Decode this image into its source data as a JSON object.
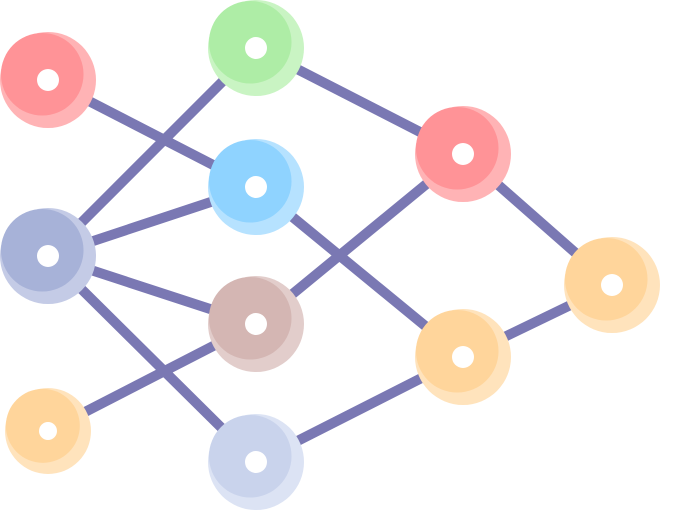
{
  "diagram": {
    "type": "network-graph",
    "style": {
      "edge_color": "#7A78B3",
      "node_hole_color": "#ffffff"
    },
    "nodes": [
      {
        "id": "n-red-left",
        "color": "#FF9397",
        "shade": "#FFB3B5"
      },
      {
        "id": "n-slate-left",
        "color": "#A7B2D8",
        "shade": "#C4CBE6"
      },
      {
        "id": "n-orange-left",
        "color": "#FFD59B",
        "shade": "#FFE3BC"
      },
      {
        "id": "n-green-mid",
        "color": "#AEEDA6",
        "shade": "#C9F4C3"
      },
      {
        "id": "n-blue-mid",
        "color": "#8FD3FF",
        "shade": "#B6E2FF"
      },
      {
        "id": "n-taupe-mid",
        "color": "#D4B6B3",
        "shade": "#E2CDCB"
      },
      {
        "id": "n-lavender-mid",
        "color": "#C9D3EC",
        "shade": "#DCE3F4"
      },
      {
        "id": "n-red-right",
        "color": "#FF9397",
        "shade": "#FFB3B5"
      },
      {
        "id": "n-orange-right",
        "color": "#FFD59B",
        "shade": "#FFE3BC"
      },
      {
        "id": "n-orange-output",
        "color": "#FFD59B",
        "shade": "#FFE3BC"
      }
    ],
    "edges": [
      {
        "from": "n-red-left",
        "to": "n-blue-mid"
      },
      {
        "from": "n-slate-left",
        "to": "n-green-mid"
      },
      {
        "from": "n-slate-left",
        "to": "n-blue-mid"
      },
      {
        "from": "n-slate-left",
        "to": "n-taupe-mid"
      },
      {
        "from": "n-slate-left",
        "to": "n-lavender-mid"
      },
      {
        "from": "n-orange-left",
        "to": "n-taupe-mid"
      },
      {
        "from": "n-green-mid",
        "to": "n-red-right"
      },
      {
        "from": "n-blue-mid",
        "to": "n-orange-right"
      },
      {
        "from": "n-taupe-mid",
        "to": "n-red-right"
      },
      {
        "from": "n-lavender-mid",
        "to": "n-orange-right"
      },
      {
        "from": "n-red-right",
        "to": "n-orange-output"
      },
      {
        "from": "n-orange-right",
        "to": "n-orange-output"
      }
    ]
  }
}
